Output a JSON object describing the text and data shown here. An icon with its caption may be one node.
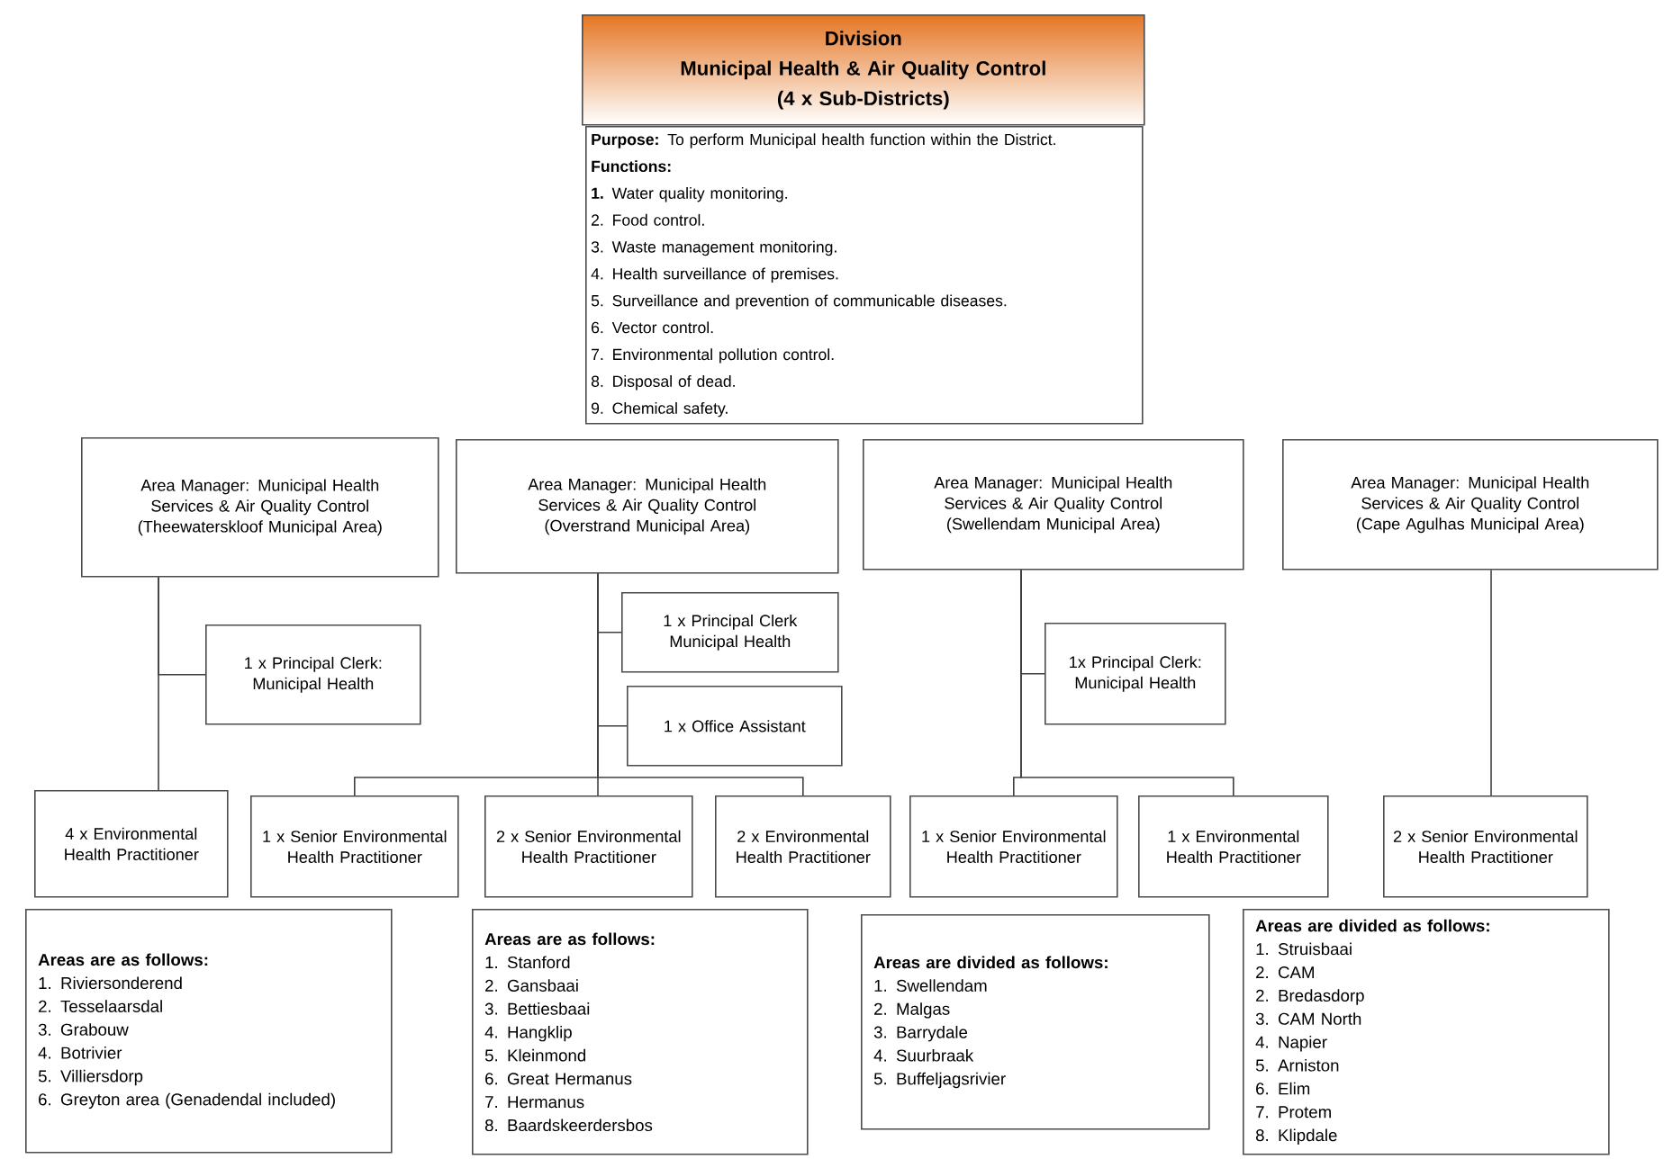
{
  "diagram": {
    "nodes": [
      {
        "text": [
          "Division",
          "Municipal Health & Air Quality Control",
          "(4 x Sub-Districts)"
        ]
      },
      {
        "text": [
          "**Purpose:** To perform Municipal health function within the District.",
          "Functions:",
          "**1.** Water quality monitoring.",
          "2. Food control.",
          "3. Waste management monitoring.",
          "4. Health surveillance of premises.",
          "5. Surveillance and prevention of communicable diseases.",
          "6. Vector control.",
          "7. Environmental pollution control.",
          "8. Disposal of dead.",
          "9. Chemical safety."
        ]
      },
      {
        "text": [
          "Area Manager: Municipal Health Services & Air Quality Control",
          "(Theewaterskloof Municipal Area)"
        ]
      },
      {
        "text": [
          "Area Manager: Municipal Health Services & Air Quality Control",
          "(Overstrand Municipal Area)"
        ]
      },
      {
        "text": [
          "Area Manager: Municipal Health Services & Air Quality Control",
          "(Swellendam Municipal Area)"
        ]
      },
      {
        "text": [
          "Area Manager: Municipal Health Services & Air Quality Control",
          "(Cape Agulhas Municipal Area)"
        ]
      },
      {
        "text": [
          "1 x Principal Clerk: Municipal Health"
        ]
      },
      {
        "text": [
          "1 x Principal Clerk Municipal Health"
        ]
      },
      {
        "text": [
          "1 x Office Assistant"
        ]
      },
      {
        "text": [
          "1x Principal Clerk: Municipal Health"
        ]
      },
      {
        "text": [
          "4 x Environmental Health Practitioner"
        ]
      },
      {
        "text": [
          "1 x Senior Environmental Health Practitioner"
        ]
      },
      {
        "text": [
          "2 x Senior Environmental Health Practitioner"
        ]
      },
      {
        "text": [
          "2 x Environmental Health Practitioner"
        ]
      },
      {
        "text": [
          "1 x Senior Environmental Health Practitioner"
        ]
      },
      {
        "text": [
          "1 x Environmental Health Practitioner"
        ]
      },
      {
        "text": [
          "2 x Senior Environmental Health Practitioner"
        ]
      },
      {
        "text": [
          "Areas are as follows:",
          "1. Riviersonderend",
          "2. Tesselaarsdal",
          "3. Grabouw",
          "4. Botrivier",
          "5. Villiersdorp",
          "6. Greyton area (Genadendal included)"
        ]
      },
      {
        "text": [
          "Areas are as follows:",
          "1. Stanford",
          "2. Gansbaai",
          "3. Bettiesbaai",
          "4. Hangklip",
          "5. Kleinmond",
          "6. Great Hermanus",
          "7. Hermanus",
          "8. Baardskeerdersbos"
        ]
      },
      {
        "text": [
          "Areas are divided as follows:",
          "1. Swellendam",
          "2. Malgas",
          "3. Barrydale",
          "4. Suurbraak",
          "5. Buffeljagsrivier"
        ]
      },
      {
        "text": [
          "Areas are divided as follows:",
          "1. Struisbaai",
          "2. CAM",
          "2. Bredasdorp",
          "3. CAM North",
          "4. Napier",
          "5. Arniston",
          "6. Elim",
          "7. Protem",
          "8. Klipdale"
        ]
      }
    ],
    "edges": [
      {
        "from": 2,
        "to": 6,
        "arrow": "none"
      },
      {
        "from": 2,
        "to": 10,
        "arrow": "none"
      },
      {
        "from": 3,
        "to": 7,
        "arrow": "none"
      },
      {
        "from": 3,
        "to": 8,
        "arrow": "none"
      },
      {
        "from": 3,
        "to": 11,
        "arrow": "none"
      },
      {
        "from": 3,
        "to": 12,
        "arrow": "none"
      },
      {
        "from": 3,
        "to": 13,
        "arrow": "none"
      },
      {
        "from": 4,
        "to": 9,
        "arrow": "none"
      },
      {
        "from": 4,
        "to": 14,
        "arrow": "none"
      },
      {
        "from": 4,
        "to": 15,
        "arrow": "none"
      },
      {
        "from": 5,
        "to": 16,
        "arrow": "none"
      }
    ]
  }
}
